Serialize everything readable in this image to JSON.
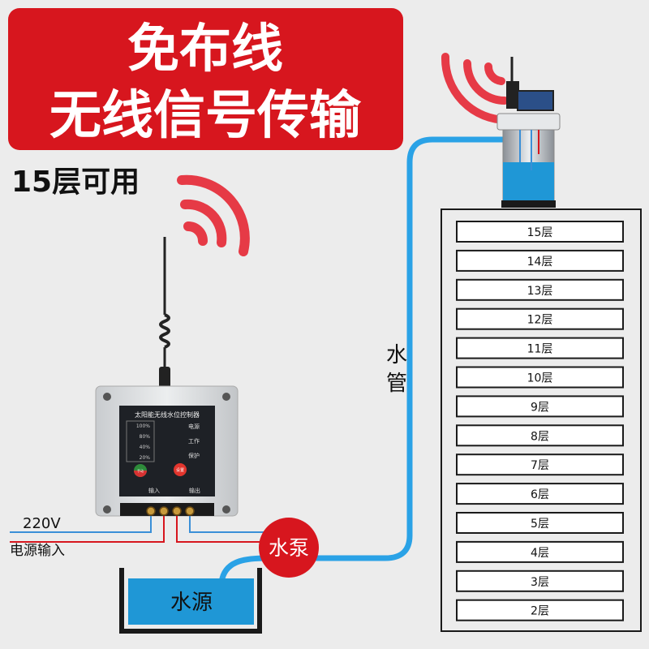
{
  "banner": {
    "line1": "免布线",
    "line2": "无线信号传输",
    "color": "#d7161e"
  },
  "floors_available": "15层可用",
  "controller": {
    "title": "太阳能无线水位控制器",
    "levels": [
      "100%",
      "80%",
      "40%",
      "20%"
    ],
    "indicators": [
      "电源",
      "工作",
      "保护"
    ],
    "button_left": "手动",
    "button_right": "设置",
    "port_in": "输入",
    "port_out": "输出"
  },
  "power": {
    "voltage": "220V",
    "label": "电源输入"
  },
  "pump": {
    "label": "水泵",
    "color": "#d7161e"
  },
  "source": {
    "label": "水源",
    "water_color": "#1f97d6"
  },
  "pipe": {
    "label_line1": "水",
    "label_line2": "管",
    "color": "#2aa2e6"
  },
  "floors": [
    "15层",
    "14层",
    "13层",
    "12层",
    "11层",
    "10层",
    "9层",
    "8层",
    "7层",
    "6层",
    "5层",
    "4层",
    "3层",
    "2层"
  ],
  "icons": {
    "signal": "wifi-signal-icon",
    "antenna": "antenna-icon",
    "solar": "solar-panel-icon"
  }
}
